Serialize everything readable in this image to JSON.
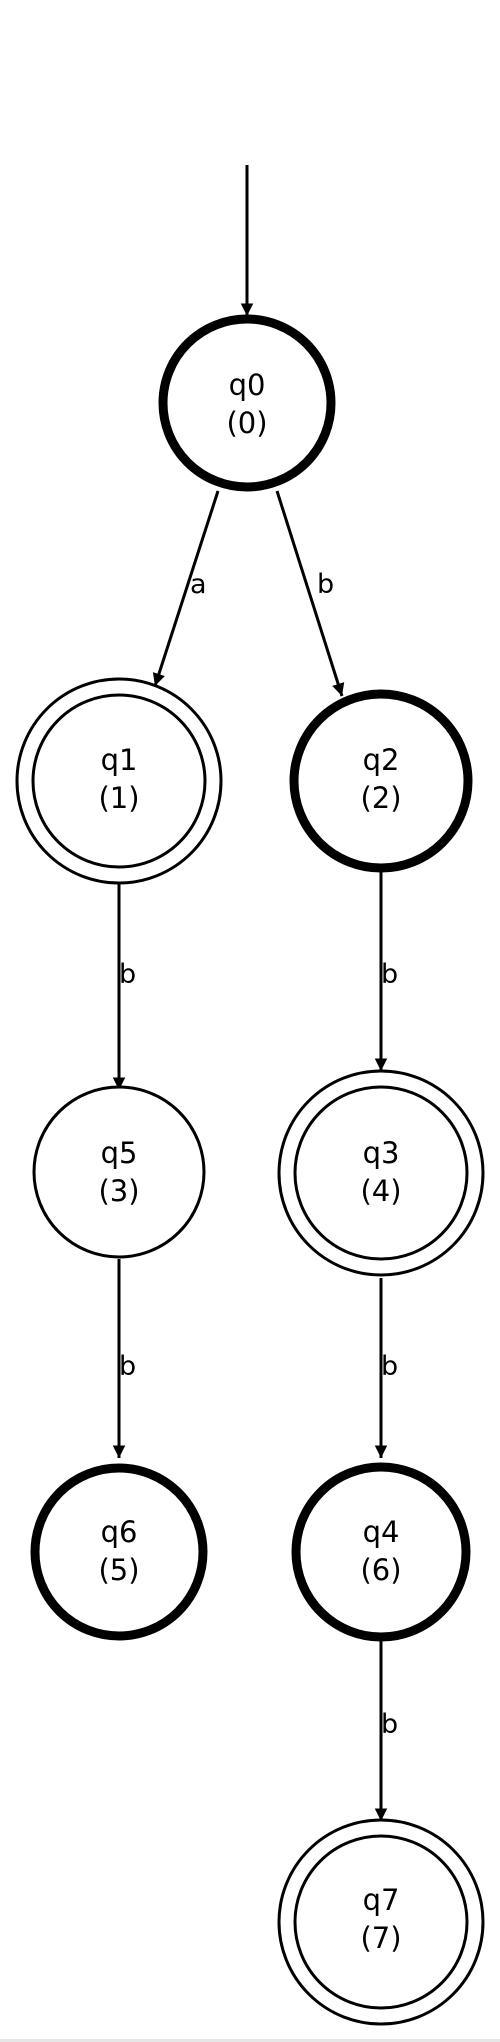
{
  "colors": {
    "background": "#ffffff",
    "stroke": "#000000",
    "text": "#000000"
  },
  "nodes": [
    {
      "id": "q0",
      "name": "q0",
      "order": "(0)",
      "border": "thick"
    },
    {
      "id": "q1",
      "name": "q1",
      "order": "(1)",
      "border": "double"
    },
    {
      "id": "q2",
      "name": "q2",
      "order": "(2)",
      "border": "thick"
    },
    {
      "id": "q5",
      "name": "q5",
      "order": "(3)",
      "border": "normal"
    },
    {
      "id": "q3",
      "name": "q3",
      "order": "(4)",
      "border": "double"
    },
    {
      "id": "q6",
      "name": "q6",
      "order": "(5)",
      "border": "thick"
    },
    {
      "id": "q4",
      "name": "q4",
      "order": "(6)",
      "border": "thick"
    },
    {
      "id": "q7",
      "name": "q7",
      "order": "(7)",
      "border": "double"
    }
  ],
  "edges": [
    {
      "from": "start",
      "to": "q0",
      "label": ""
    },
    {
      "from": "q0",
      "to": "q1",
      "label": "a"
    },
    {
      "from": "q0",
      "to": "q2",
      "label": "b"
    },
    {
      "from": "q1",
      "to": "q5",
      "label": "b"
    },
    {
      "from": "q2",
      "to": "q3",
      "label": "b"
    },
    {
      "from": "q5",
      "to": "q6",
      "label": "b"
    },
    {
      "from": "q3",
      "to": "q4",
      "label": "b"
    },
    {
      "from": "q4",
      "to": "q7",
      "label": "b"
    }
  ]
}
